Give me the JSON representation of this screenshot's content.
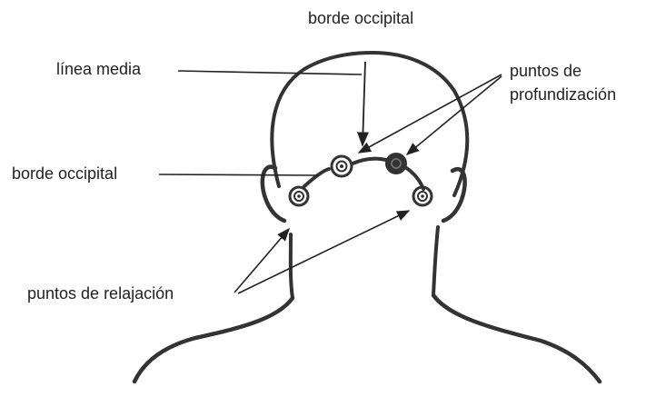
{
  "diagram": {
    "labels": {
      "top_occipital": "borde occipital",
      "midline": "línea media",
      "deepening_line1": "puntos de",
      "deepening_line2": "profundización",
      "left_occipital": "borde occipital",
      "relaxation": "puntos de relajación"
    },
    "colors": {
      "ink": "#222222",
      "background": "#ffffff"
    }
  }
}
